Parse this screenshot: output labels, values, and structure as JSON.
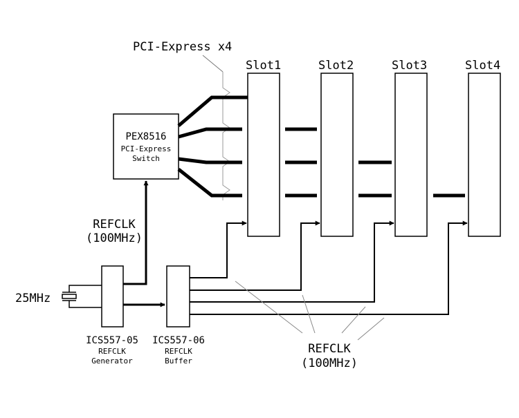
{
  "diagram": {
    "bus_label": "PCI-Express x4",
    "switch": {
      "name": "PEX8516",
      "line1": "PCI-Express",
      "line2": "Switch"
    },
    "slots": [
      "Slot1",
      "Slot2",
      "Slot3",
      "Slot4"
    ],
    "refclk_left": {
      "line1": "REFCLK",
      "line2": "(100MHz)"
    },
    "refclk_bottom": {
      "line1": "REFCLK",
      "line2": "(100MHz)"
    },
    "crystal": "25MHz",
    "generator": {
      "part": "ICS557-05",
      "line1": "REFCLK",
      "line2": "Generator"
    },
    "buffer": {
      "part": "ICS557-06",
      "line1": "REFCLK",
      "line2": "Buffer"
    }
  }
}
